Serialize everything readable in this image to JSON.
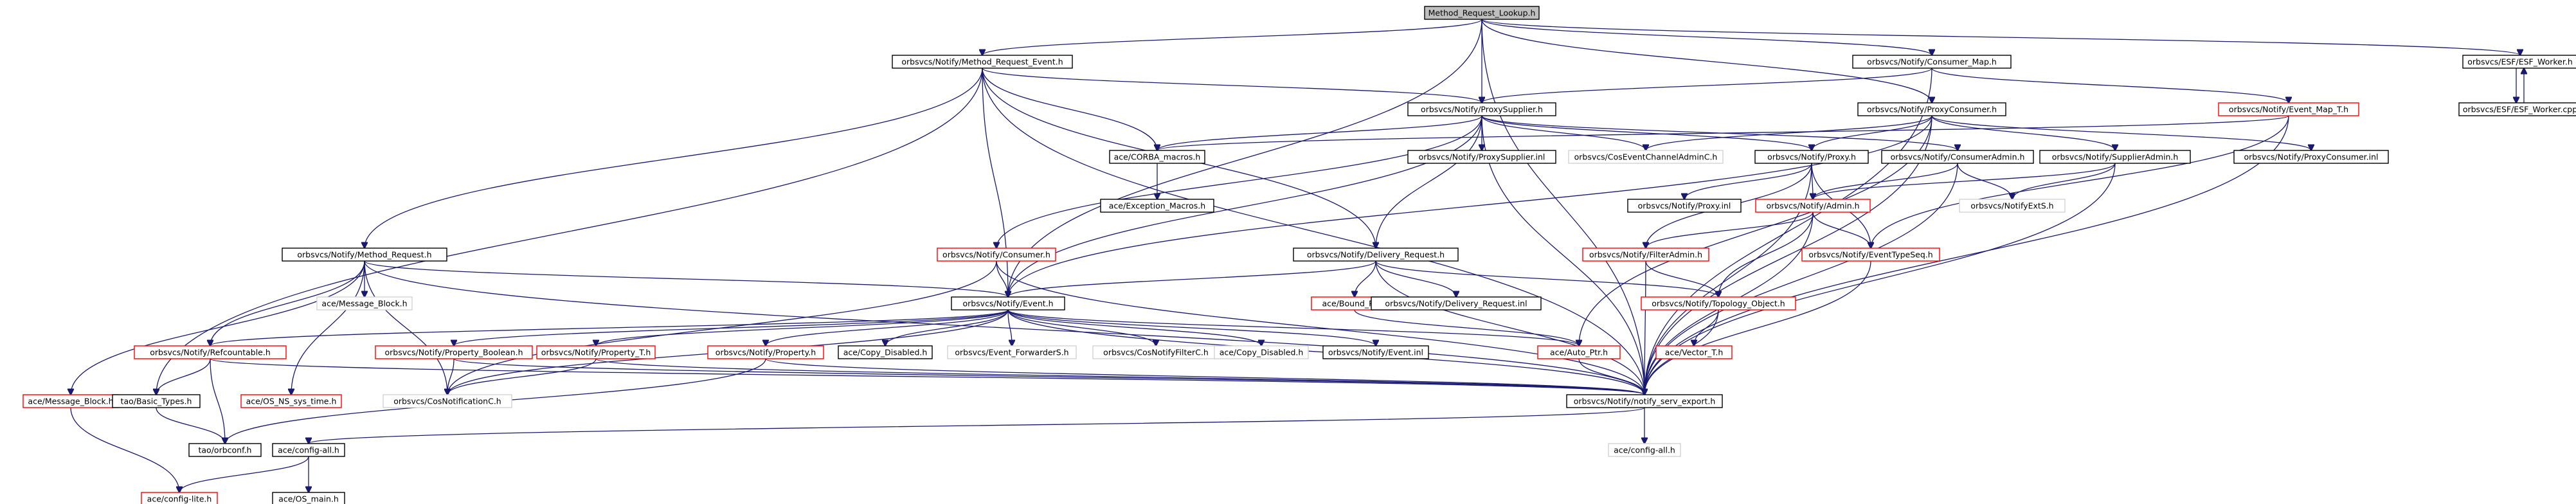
{
  "graph": {
    "title": "",
    "nodes": [
      {
        "id": "root",
        "label": "Method_Request_Lookup.h",
        "style": "root"
      },
      {
        "id": "mre",
        "label": "orbsvcs/Notify/Method_Request_Event.h",
        "style": "normal"
      },
      {
        "id": "cmap",
        "label": "orbsvcs/Notify/Consumer_Map.h",
        "style": "normal"
      },
      {
        "id": "esfw",
        "label": "orbsvcs/ESF/ESF_Worker.h",
        "style": "normal"
      },
      {
        "id": "esfcpp",
        "label": "orbsvcs/ESF/ESF_Worker.cpp",
        "style": "normal"
      },
      {
        "id": "psup",
        "label": "orbsvcs/Notify/ProxySupplier.h",
        "style": "normal"
      },
      {
        "id": "emap",
        "label": "orbsvcs/Notify/Event_Map_T.h",
        "style": "red"
      },
      {
        "id": "pcons",
        "label": "orbsvcs/Notify/ProxyConsumer.h",
        "style": "normal"
      },
      {
        "id": "corba",
        "label": "ace/CORBA_macros.h",
        "style": "normal"
      },
      {
        "id": "psupinl",
        "label": "orbsvcs/Notify/ProxySupplier.inl",
        "style": "normal"
      },
      {
        "id": "coscc",
        "label": "orbsvcs/CosEventChannelAdminC.h",
        "style": "grey"
      },
      {
        "id": "proxy",
        "label": "orbsvcs/Notify/Proxy.h",
        "style": "normal"
      },
      {
        "id": "cadmin",
        "label": "orbsvcs/Notify/ConsumerAdmin.h",
        "style": "normal"
      },
      {
        "id": "sadmin",
        "label": "orbsvcs/Notify/SupplierAdmin.h",
        "style": "normal"
      },
      {
        "id": "pconsinl",
        "label": "orbsvcs/Notify/ProxyConsumer.inl",
        "style": "normal"
      },
      {
        "id": "excm",
        "label": "ace/Exception_Macros.h",
        "style": "normal"
      },
      {
        "id": "proxyinl",
        "label": "orbsvcs/Notify/Proxy.inl",
        "style": "normal"
      },
      {
        "id": "admin",
        "label": "orbsvcs/Notify/Admin.h",
        "style": "red"
      },
      {
        "id": "extS",
        "label": "orbsvcs/NotifyExtS.h",
        "style": "grey"
      },
      {
        "id": "mr",
        "label": "orbsvcs/Notify/Method_Request.h",
        "style": "normal"
      },
      {
        "id": "consumer",
        "label": "orbsvcs/Notify/Consumer.h",
        "style": "red"
      },
      {
        "id": "dreq",
        "label": "orbsvcs/Notify/Delivery_Request.h",
        "style": "normal"
      },
      {
        "id": "filtad",
        "label": "orbsvcs/Notify/FilterAdmin.h",
        "style": "red"
      },
      {
        "id": "evtseq",
        "label": "orbsvcs/Notify/EventTypeSeq.h",
        "style": "red"
      },
      {
        "id": "msgblk",
        "label": "ace/Message_Block.h",
        "style": "grey"
      },
      {
        "id": "event",
        "label": "orbsvcs/Notify/Event.h",
        "style": "normal"
      },
      {
        "id": "bound",
        "label": "ace/Bound_Ptr.h",
        "style": "red"
      },
      {
        "id": "dreqinl",
        "label": "orbsvcs/Notify/Delivery_Request.inl",
        "style": "normal"
      },
      {
        "id": "topo",
        "label": "orbsvcs/Notify/Topology_Object.h",
        "style": "red"
      },
      {
        "id": "refc",
        "label": "orbsvcs/Notify/Refcountable.h",
        "style": "red"
      },
      {
        "id": "propbool",
        "label": "orbsvcs/Notify/Property_Boolean.h",
        "style": "red"
      },
      {
        "id": "propt",
        "label": "orbsvcs/Notify/Property_T.h",
        "style": "red"
      },
      {
        "id": "prop",
        "label": "orbsvcs/Notify/Property.h",
        "style": "red"
      },
      {
        "id": "copydis",
        "label": "ace/Copy_Disabled.h",
        "style": "normal"
      },
      {
        "id": "evfwd",
        "label": "orbsvcs/Event_ForwarderS.h",
        "style": "grey"
      },
      {
        "id": "cosfilt",
        "label": "orbsvcs/CosNotifyFilterC.h",
        "style": "grey"
      },
      {
        "id": "copydis2",
        "label": "ace/Copy_Disabled.h",
        "style": "grey"
      },
      {
        "id": "eventinl",
        "label": "orbsvcs/Notify/Event.inl",
        "style": "normal"
      },
      {
        "id": "autoptr",
        "label": "ace/Auto_Ptr.h",
        "style": "red"
      },
      {
        "id": "vector",
        "label": "ace/Vector_T.h",
        "style": "red"
      },
      {
        "id": "msgblk2",
        "label": "ace/Message_Block.h",
        "style": "red"
      },
      {
        "id": "taobt",
        "label": "tao/Basic_Types.h",
        "style": "normal"
      },
      {
        "id": "osns",
        "label": "ace/OS_NS_sys_time.h",
        "style": "red"
      },
      {
        "id": "cosnc",
        "label": "orbsvcs/CosNotificationC.h",
        "style": "grey"
      },
      {
        "id": "notexp",
        "label": "orbsvcs/Notify/notify_serv_export.h",
        "style": "normal"
      },
      {
        "id": "orbconf",
        "label": "tao/orbconf.h",
        "style": "normal"
      },
      {
        "id": "cfgall",
        "label": "ace/config-all.h",
        "style": "normal"
      },
      {
        "id": "cfgall2",
        "label": "ace/config-all.h",
        "style": "grey"
      },
      {
        "id": "cfglite",
        "label": "ace/config-lite.h",
        "style": "red"
      },
      {
        "id": "osmain",
        "label": "ace/OS_main.h",
        "style": "normal"
      }
    ],
    "edges": [
      [
        "root",
        "mre"
      ],
      [
        "root",
        "cmap"
      ],
      [
        "root",
        "esfw"
      ],
      [
        "root",
        "psup"
      ],
      [
        "root",
        "pcons"
      ],
      [
        "root",
        "event"
      ],
      [
        "root",
        "notexp"
      ],
      [
        "mre",
        "psup"
      ],
      [
        "mre",
        "mr"
      ],
      [
        "mre",
        "event"
      ],
      [
        "mre",
        "taobt"
      ],
      [
        "mre",
        "notexp"
      ],
      [
        "mre",
        "corba"
      ],
      [
        "mre",
        "dreq"
      ],
      [
        "cmap",
        "psup"
      ],
      [
        "cmap",
        "emap"
      ],
      [
        "cmap",
        "notexp"
      ],
      [
        "esfw",
        "esfcpp"
      ],
      [
        "esfcpp",
        "esfw"
      ],
      [
        "psup",
        "corba"
      ],
      [
        "psup",
        "psupinl"
      ],
      [
        "psup",
        "coscc"
      ],
      [
        "psup",
        "proxy"
      ],
      [
        "psup",
        "cadmin"
      ],
      [
        "psup",
        "consumer"
      ],
      [
        "psup",
        "event"
      ],
      [
        "psup",
        "notexp"
      ],
      [
        "psup",
        "dreq"
      ],
      [
        "emap",
        "corba"
      ],
      [
        "emap",
        "evtseq"
      ],
      [
        "emap",
        "notexp"
      ],
      [
        "pcons",
        "proxy"
      ],
      [
        "pcons",
        "sadmin"
      ],
      [
        "pcons",
        "pconsinl"
      ],
      [
        "pcons",
        "coscc"
      ],
      [
        "pcons",
        "notexp"
      ],
      [
        "pcons",
        "event"
      ],
      [
        "pcons",
        "autoptr"
      ],
      [
        "corba",
        "excm"
      ],
      [
        "proxy",
        "proxyinl"
      ],
      [
        "proxy",
        "admin"
      ],
      [
        "proxy",
        "filtad"
      ],
      [
        "proxy",
        "evtseq"
      ],
      [
        "proxy",
        "notexp"
      ],
      [
        "cadmin",
        "admin"
      ],
      [
        "cadmin",
        "extS"
      ],
      [
        "cadmin",
        "notexp"
      ],
      [
        "sadmin",
        "admin"
      ],
      [
        "sadmin",
        "extS"
      ],
      [
        "sadmin",
        "notexp"
      ],
      [
        "admin",
        "filtad"
      ],
      [
        "admin",
        "evtseq"
      ],
      [
        "admin",
        "topo"
      ],
      [
        "admin",
        "notexp"
      ],
      [
        "mr",
        "msgblk"
      ],
      [
        "mr",
        "event"
      ],
      [
        "mr",
        "refc"
      ],
      [
        "mr",
        "msgblk2"
      ],
      [
        "mr",
        "osns"
      ],
      [
        "mr",
        "cosnc"
      ],
      [
        "mr",
        "notexp"
      ],
      [
        "consumer",
        "event"
      ],
      [
        "consumer",
        "notexp"
      ],
      [
        "consumer",
        "cosnc"
      ],
      [
        "dreq",
        "event"
      ],
      [
        "dreq",
        "bound"
      ],
      [
        "dreq",
        "dreqinl"
      ],
      [
        "dreq",
        "topo"
      ],
      [
        "dreq",
        "notexp"
      ],
      [
        "filtad",
        "topo"
      ],
      [
        "filtad",
        "notexp"
      ],
      [
        "evtseq",
        "notexp"
      ],
      [
        "event",
        "refc"
      ],
      [
        "event",
        "propbool"
      ],
      [
        "event",
        "propt"
      ],
      [
        "event",
        "prop"
      ],
      [
        "event",
        "copydis"
      ],
      [
        "event",
        "evfwd"
      ],
      [
        "event",
        "cosfilt"
      ],
      [
        "event",
        "copydis2"
      ],
      [
        "event",
        "eventinl"
      ],
      [
        "event",
        "autoptr"
      ],
      [
        "event",
        "notexp"
      ],
      [
        "event",
        "cosnc"
      ],
      [
        "bound",
        "autoptr"
      ],
      [
        "topo",
        "vector"
      ],
      [
        "topo",
        "notexp"
      ],
      [
        "refc",
        "taobt"
      ],
      [
        "refc",
        "orbconf"
      ],
      [
        "refc",
        "notexp"
      ],
      [
        "propbool",
        "cosnc"
      ],
      [
        "propbool",
        "notexp"
      ],
      [
        "propt",
        "cosnc"
      ],
      [
        "propt",
        "notexp"
      ],
      [
        "prop",
        "orbconf"
      ],
      [
        "prop",
        "notexp"
      ],
      [
        "autoptr",
        "notexp"
      ],
      [
        "taobt",
        "orbconf"
      ],
      [
        "msgblk2",
        "cfglite"
      ],
      [
        "notexp",
        "cfgall"
      ],
      [
        "notexp",
        "cfgall2"
      ],
      [
        "cfgall",
        "cfglite"
      ],
      [
        "cfgall",
        "osmain"
      ]
    ]
  }
}
